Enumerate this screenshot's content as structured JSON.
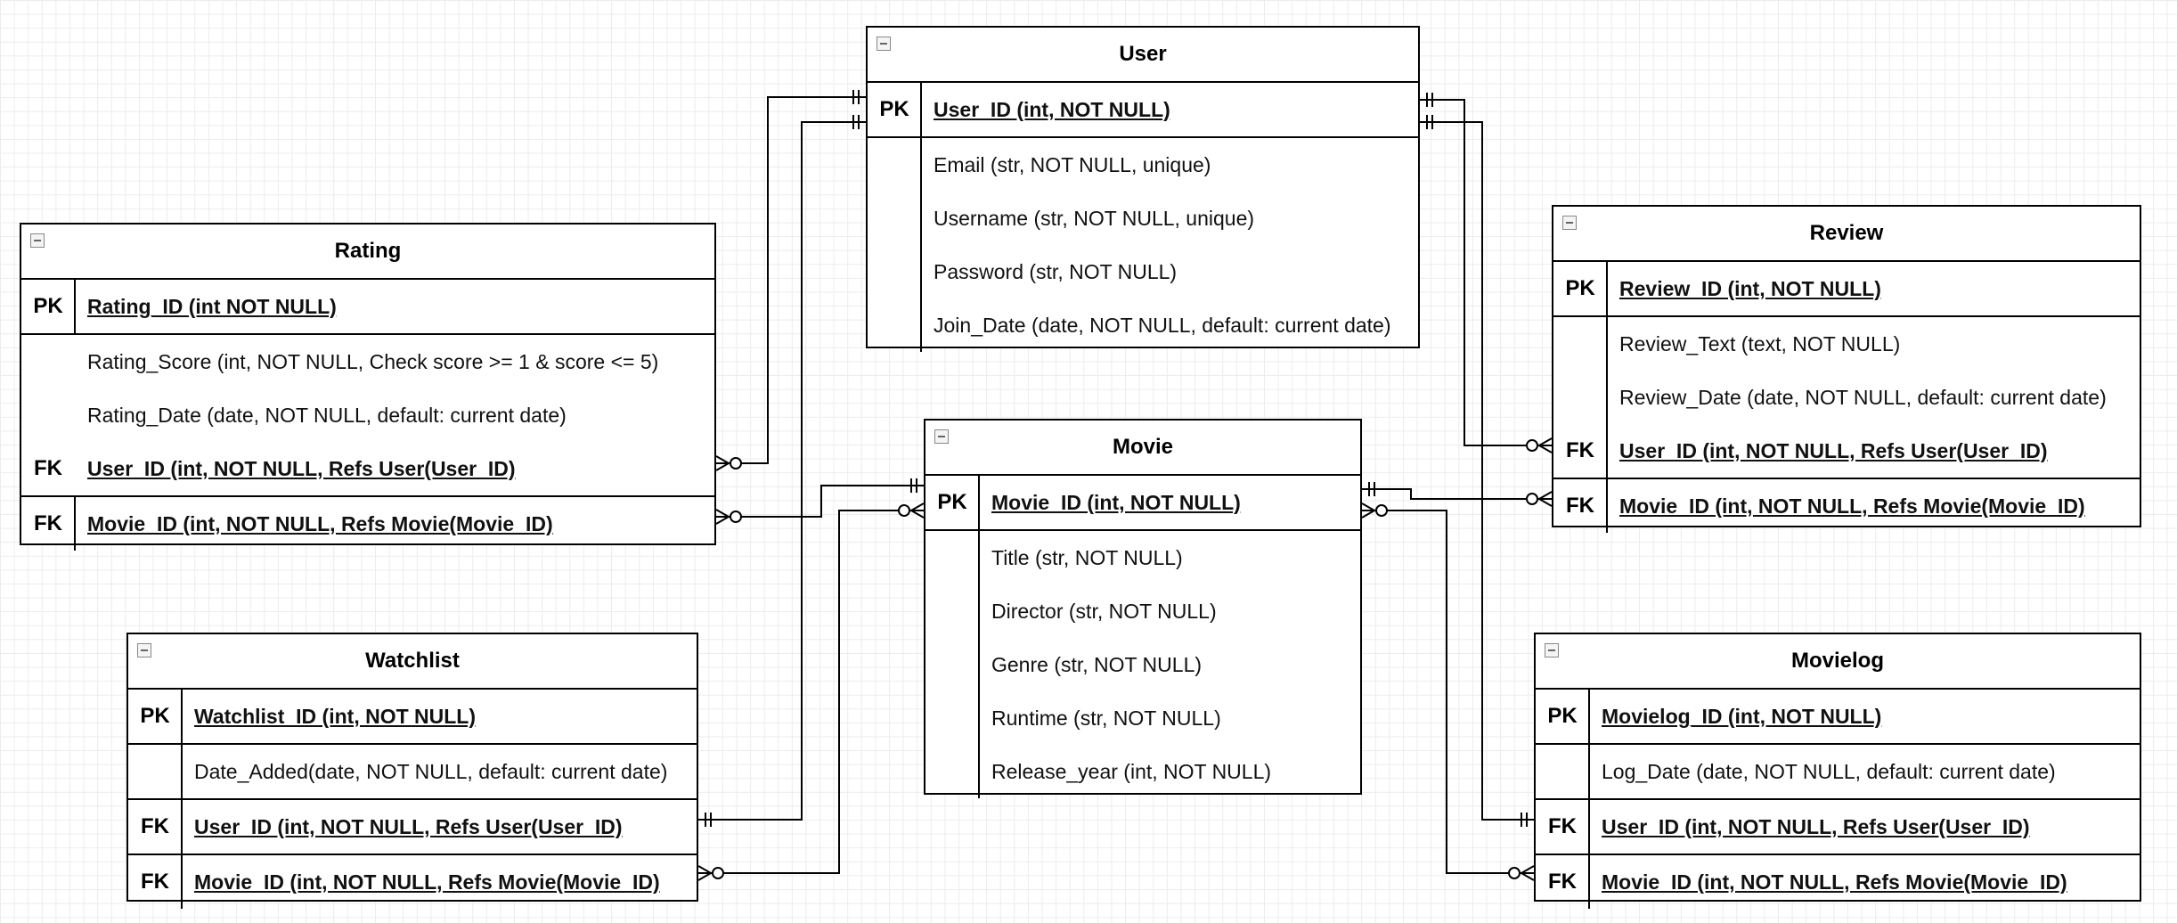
{
  "entities": {
    "user": {
      "title": "User",
      "pk": {
        "key": "PK",
        "attr": "User_ID (int, NOT NULL)"
      },
      "attrs": [
        "Email (str, NOT NULL, unique)",
        "Username (str, NOT NULL, unique)",
        "Password (str, NOT NULL)",
        "Join_Date (date, NOT NULL, default: current date)"
      ]
    },
    "rating": {
      "title": "Rating",
      "pk": {
        "key": "PK",
        "attr": "Rating_ID (int NOT NULL)"
      },
      "attrs": [
        "Rating_Score (int, NOT NULL, Check score >= 1 & score <= 5)",
        "Rating_Date (date, NOT NULL, default: current date)"
      ],
      "fk1": {
        "key": "FK",
        "attr": "User_ID (int, NOT NULL, Refs User(User_ID)"
      },
      "fk2": {
        "key": "FK",
        "attr": "Movie_ID (int, NOT NULL, Refs Movie(Movie_ID)"
      }
    },
    "review": {
      "title": "Review",
      "pk": {
        "key": "PK",
        "attr": "Review_ID (int, NOT NULL)"
      },
      "attrs": [
        "Review_Text (text, NOT NULL)",
        "Review_Date (date, NOT NULL, default: current date)"
      ],
      "fk1": {
        "key": "FK",
        "attr": "User_ID (int, NOT NULL, Refs User(User_ID)"
      },
      "fk2": {
        "key": "FK",
        "attr": "Movie_ID (int, NOT NULL, Refs Movie(Movie_ID)"
      }
    },
    "movie": {
      "title": "Movie",
      "pk": {
        "key": "PK",
        "attr": "Movie_ID (int, NOT NULL)"
      },
      "attrs": [
        "Title (str, NOT NULL)",
        "Director (str, NOT NULL)",
        "Genre (str, NOT NULL)",
        "Runtime (str, NOT NULL)",
        "Release_year (int, NOT NULL)"
      ]
    },
    "watchlist": {
      "title": "Watchlist",
      "pk": {
        "key": "PK",
        "attr": "Watchlist_ID (int, NOT NULL)"
      },
      "attrs": [
        "Date_Added(date, NOT NULL, default: current date)"
      ],
      "fk1": {
        "key": "FK",
        "attr": "User_ID (int, NOT NULL, Refs User(User_ID)"
      },
      "fk2": {
        "key": "FK",
        "attr": "Movie_ID (int, NOT NULL, Refs Movie(Movie_ID)"
      }
    },
    "movielog": {
      "title": "Movielog",
      "pk": {
        "key": "PK",
        "attr": "Movielog_ID (int, NOT NULL)"
      },
      "attrs": [
        "Log_Date (date, NOT NULL, default: current date)"
      ],
      "fk1": {
        "key": "FK",
        "attr": "User_ID (int, NOT NULL, Refs User(User_ID)"
      },
      "fk2": {
        "key": "FK",
        "attr": "Movie_ID (int, NOT NULL, Refs Movie(Movie_ID)"
      }
    }
  },
  "relationships": [
    {
      "from": "user",
      "to": "rating",
      "from_end": "one-and-only-one",
      "to_end": "zero-or-many"
    },
    {
      "from": "user",
      "to": "watchlist",
      "from_end": "one-and-only-one",
      "to_end": "one-and-only-one"
    },
    {
      "from": "user",
      "to": "review",
      "from_end": "one-and-only-one",
      "to_end": "zero-or-many"
    },
    {
      "from": "user",
      "to": "movielog",
      "from_end": "one-and-only-one",
      "to_end": "one-and-only-one"
    },
    {
      "from": "movie",
      "to": "rating",
      "from_end": "one-and-only-one",
      "to_end": "zero-or-many"
    },
    {
      "from": "movie",
      "to": "watchlist",
      "from_end": "zero-or-many",
      "to_end": "zero-or-many"
    },
    {
      "from": "movie",
      "to": "review",
      "from_end": "one-and-only-one",
      "to_end": "zero-or-many"
    },
    {
      "from": "movie",
      "to": "movielog",
      "from_end": "zero-or-many",
      "to_end": "zero-or-many"
    }
  ],
  "colors": {
    "stroke": "#000000",
    "grid": "#ececec",
    "background": "#ffffff"
  }
}
